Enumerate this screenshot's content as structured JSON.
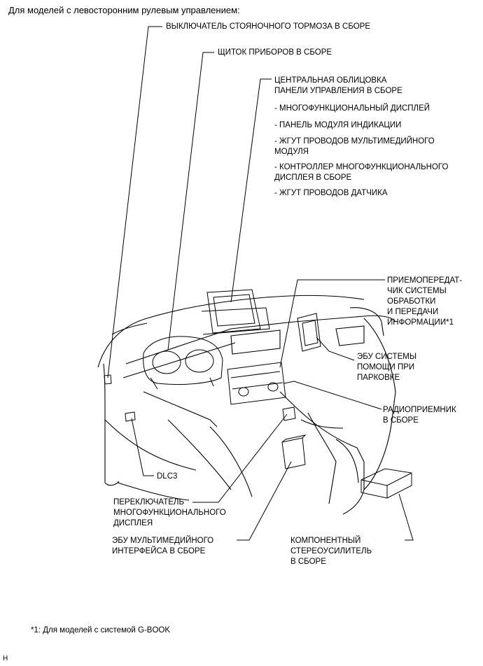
{
  "header": "Для моделей с левосторонним рулевым управлением:",
  "labels": {
    "parking_brake": "ВЫКЛЮЧАТЕЛЬ СТОЯНОЧНОГО ТОРМОЗА В СБОРЕ",
    "combination_meter": "ЩИТОК ПРИБОРОВ В СБОРЕ",
    "center_cluster": "ЦЕНТРАЛЬНАЯ ОБЛИЦОВКА\nПАНЕЛИ УПРАВЛЕНИЯ В СБОРЕ",
    "sub_items": [
      "- МНОГОФУНКЦИОНАЛЬНЫЙ ДИСПЛЕЙ",
      "- ПАНЕЛЬ МОДУЛЯ ИНДИКАЦИИ",
      "- ЖГУТ ПРОВОДОВ МУЛЬТИМЕДИЙНОГО\nМОДУЛЯ",
      "- КОНТРОЛЛЕР МНОГОФУНКЦИОНАЛЬНОГО\nДИСПЛЕЯ В СБОРЕ",
      "- ЖГУТ ПРОВОДОВ ДАТЧИКА"
    ],
    "transceiver": "ПРИЕМОПЕРЕДАТ-\nЧИК СИСТЕМЫ\nОБРАБОТКИ\nИ ПЕРЕДАЧИ\nИНФОРМАЦИИ*1",
    "parking_assist": "ЭБУ СИСТЕМЫ\nПОМОЩИ ПРИ\nПАРКОВКЕ",
    "radio": "РАДИОПРИЕМНИК\nВ СБОРЕ",
    "dlc3": "DLC3",
    "multi_switch": "ПЕРЕКЛЮЧАТЕЛЬ\nМНОГОФУНКЦИОНАЛЬНОГО\nДИСПЛЕЯ",
    "multimedia_ecu": "ЭБУ МУЛЬТИМЕДИЙНОГО\nИНТЕРФЕЙСА В СБОРЕ",
    "stereo_amp": "КОМПОНЕНТНЫЙ\nСТЕРЕОУСИЛИТЕЛЬ\nВ СБОРЕ"
  },
  "footnote": "*1: Для моделей с системой G-BOOK",
  "code": "H"
}
